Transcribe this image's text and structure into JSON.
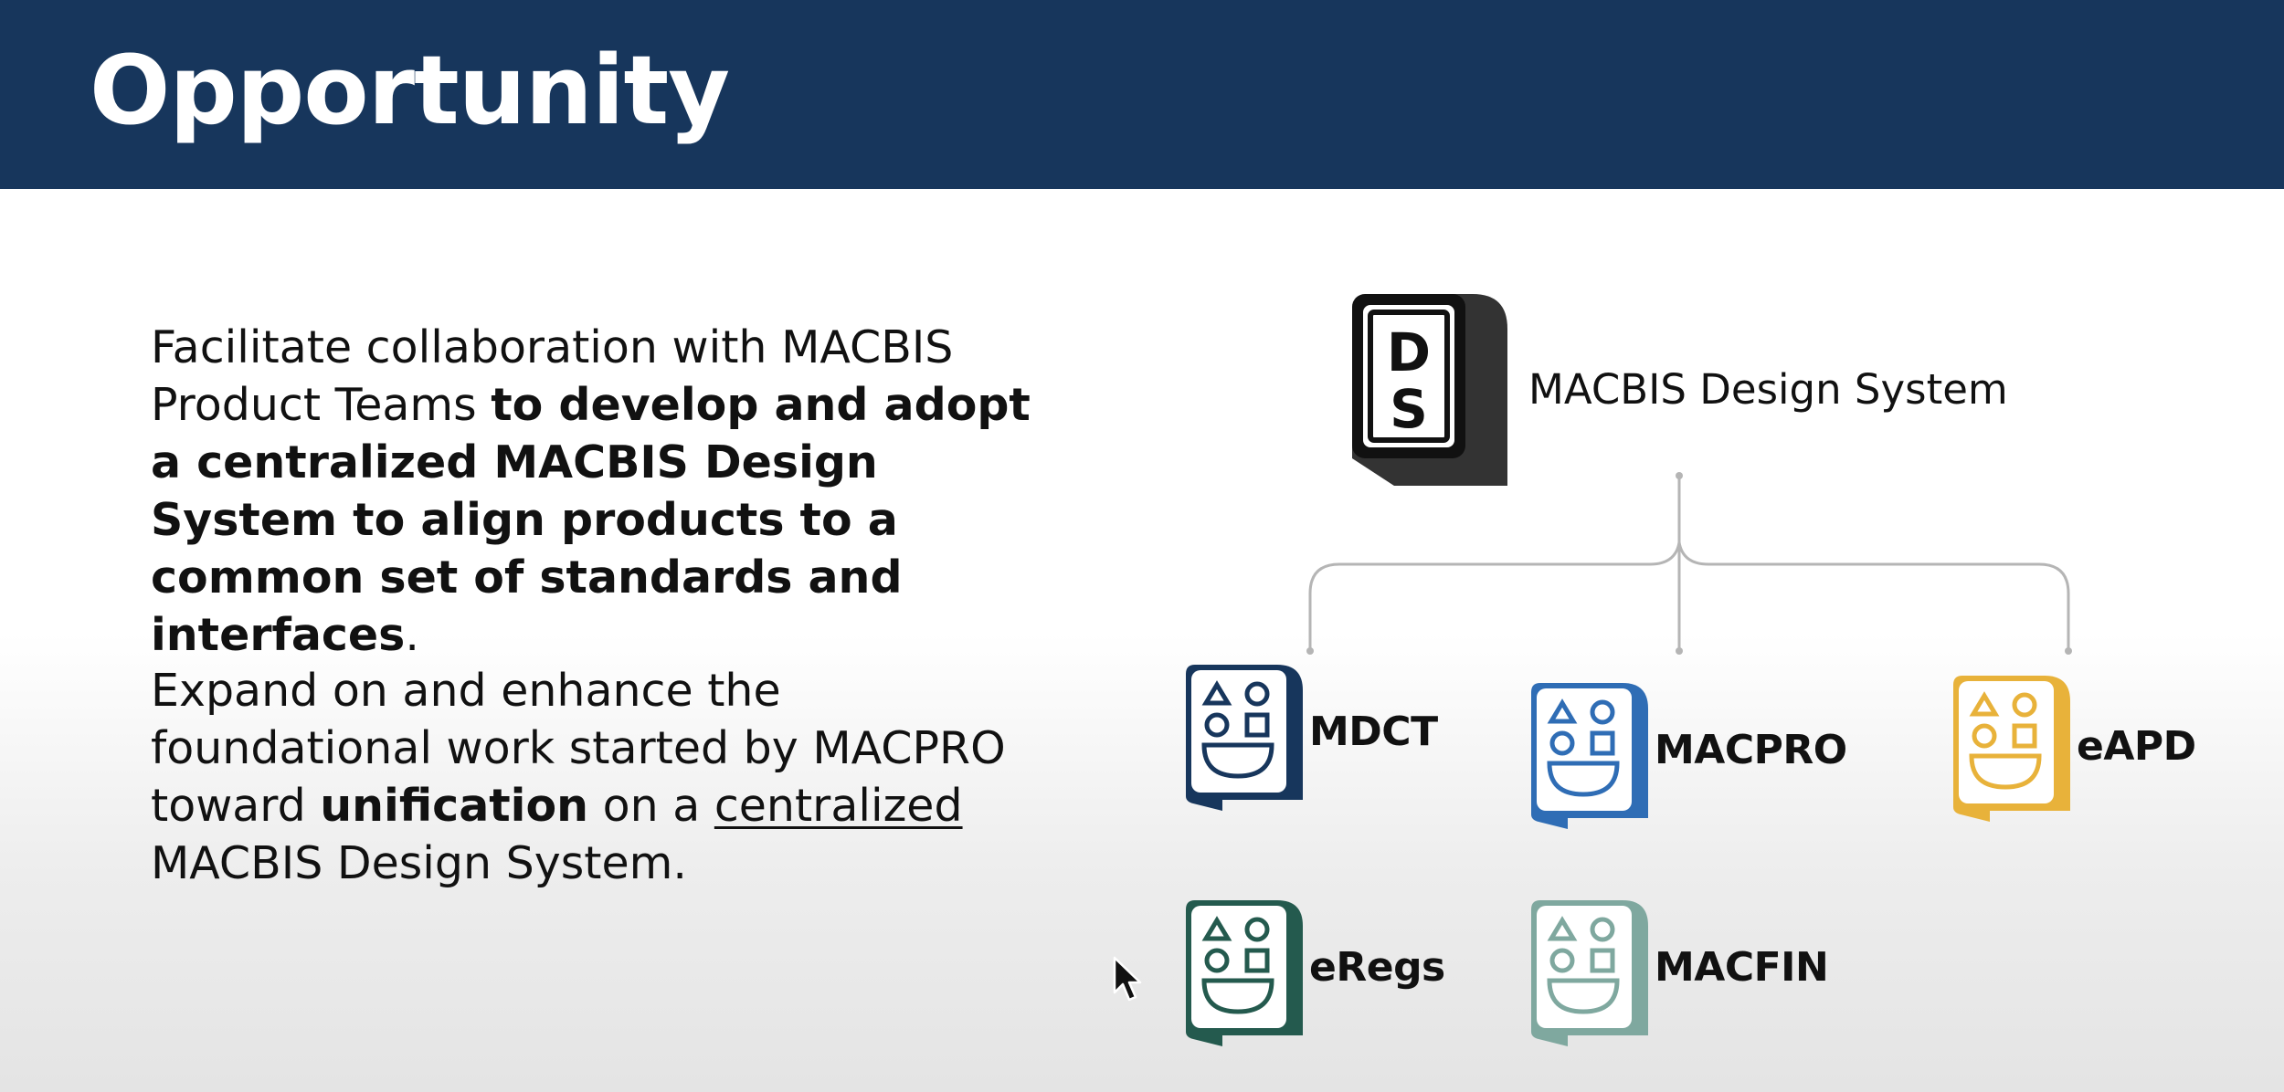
{
  "header": {
    "title": "Opportunity"
  },
  "content": {
    "paragraph1": {
      "part1": "Facilitate collaboration with MACBIS Product Teams ",
      "bold1": "to develop and adopt a centralized MACBIS Design System to align products to a common set of standards and interfaces",
      "end": "."
    },
    "paragraph2": {
      "part1": "Expand on and enhance the foundational work started by MACPRO toward ",
      "bold1": "unification",
      "part2": " on a ",
      "underline1": "centralized",
      "part3": " MACBIS Design System."
    }
  },
  "diagram": {
    "root": {
      "logo_letters": [
        "D",
        "S"
      ],
      "label": "MACBIS Design System"
    },
    "products": [
      {
        "label": "MDCT",
        "color": "#17365c"
      },
      {
        "label": "MACPRO",
        "color": "#2f6db5"
      },
      {
        "label": "eAPD",
        "color": "#e8b23a"
      },
      {
        "label": "eRegs",
        "color": "#245a4e"
      },
      {
        "label": "MACFIN",
        "color": "#7fa89f"
      }
    ]
  },
  "colors": {
    "header_bg": "#17365c",
    "connector": "#b5b5b5"
  },
  "icons": [
    "ds-logo-icon",
    "product-shapes-icon",
    "mouse-pointer-icon"
  ]
}
